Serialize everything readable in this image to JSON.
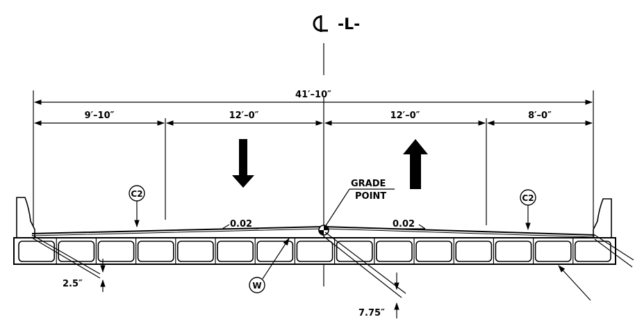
{
  "centerline": {
    "label": "-L-"
  },
  "dimensions": {
    "overall": "41′–10″",
    "segment_1": "9′–10″",
    "segment_2": "12′–0″",
    "segment_3": "12′–0″",
    "segment_4": "8′–0″"
  },
  "slopes": {
    "left": "0.02",
    "right": "0.02"
  },
  "grade_point": {
    "line1": "GRADE",
    "line2": "POINT"
  },
  "callouts": {
    "left_c": "C2",
    "right_c": "C2",
    "w": "W"
  },
  "thickness": {
    "left": "2.5″",
    "center": "7.75″"
  }
}
